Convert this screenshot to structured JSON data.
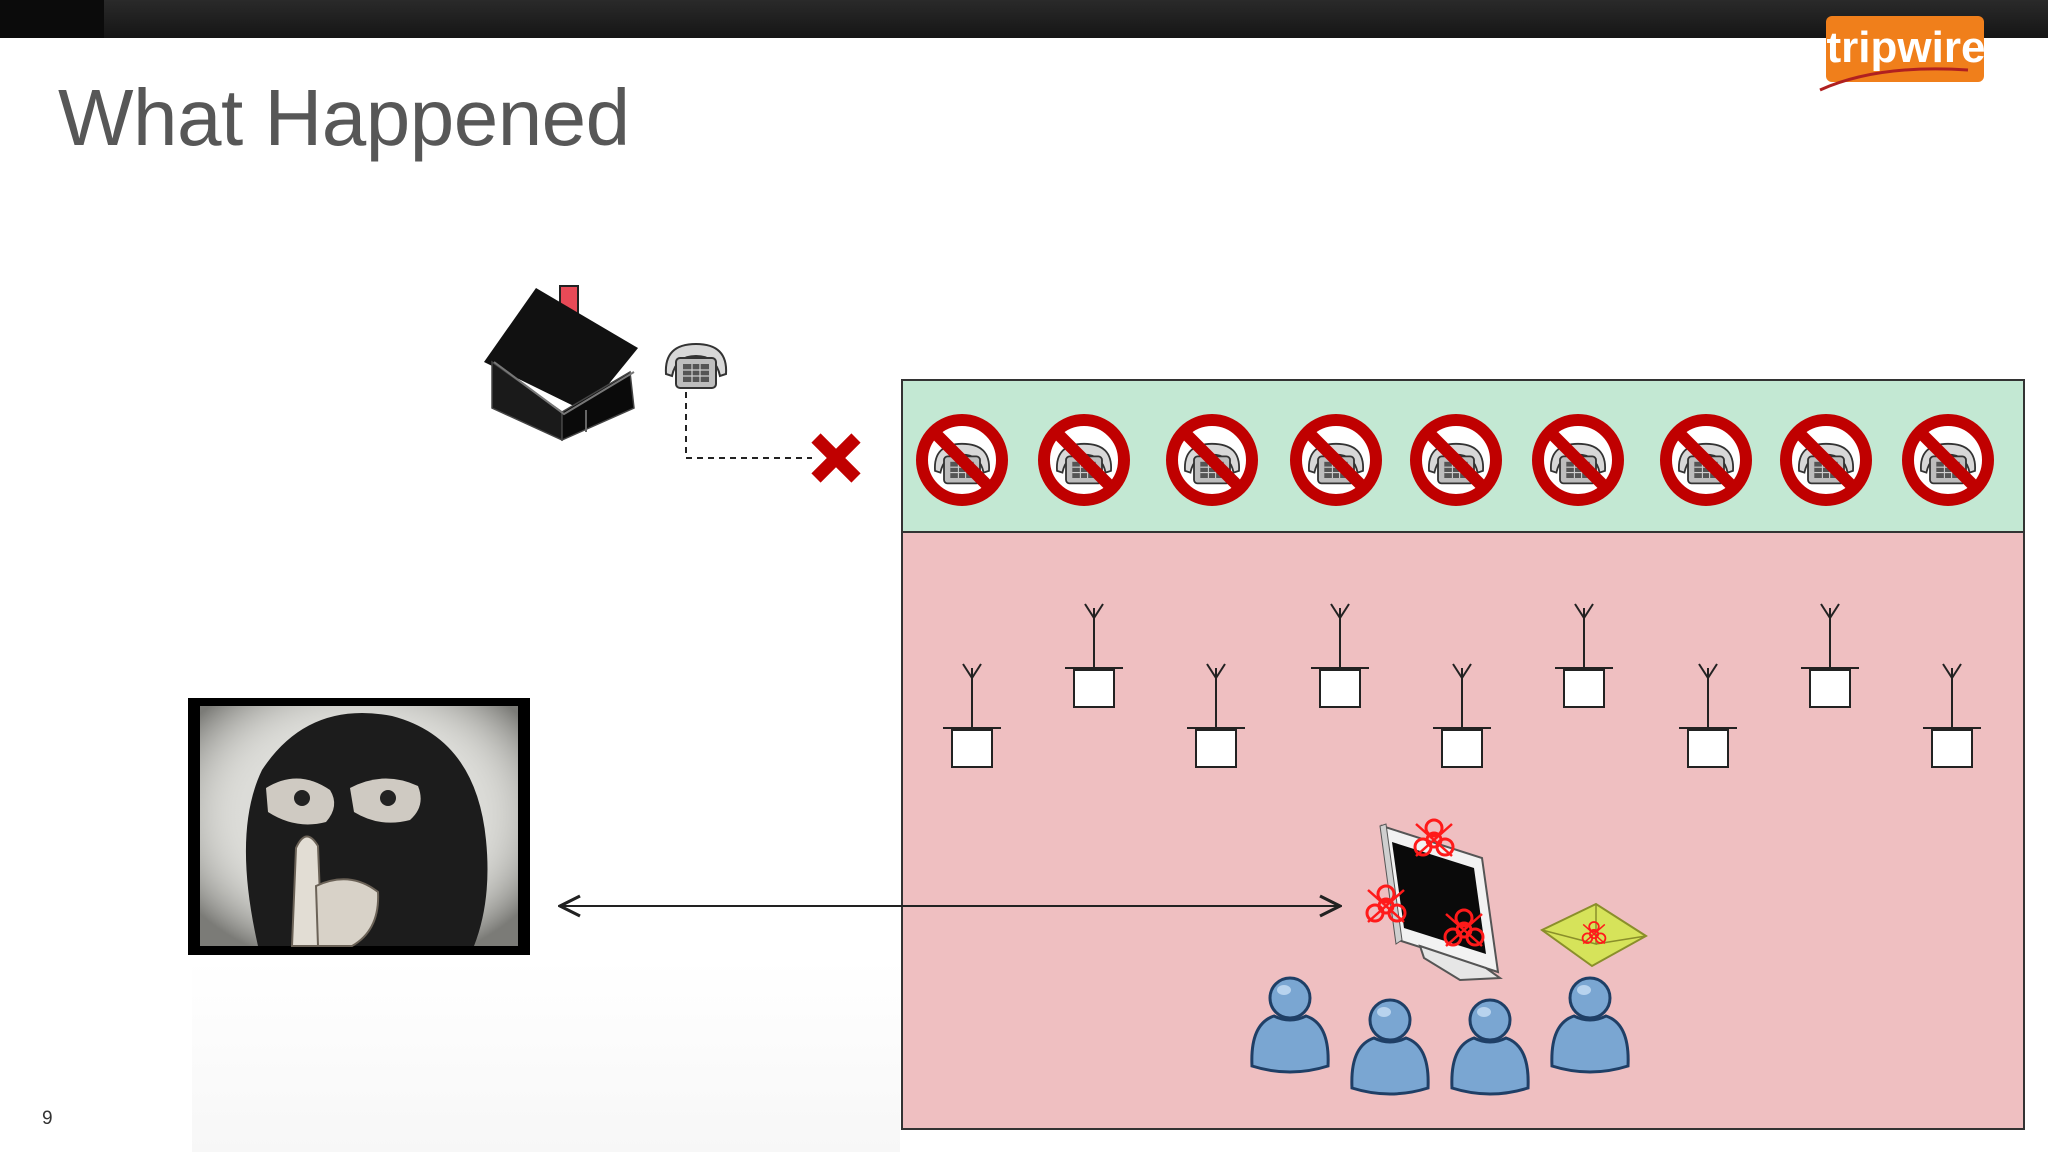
{
  "slide": {
    "title": "What Happened",
    "page_number": "9"
  },
  "logo": {
    "text": "tripwire",
    "color": "#f07f1b"
  },
  "colors": {
    "phone_zone": "#c3e8d3",
    "network_zone": "#efbfc1",
    "prohibition": "#c00000",
    "biohazard": "#ff1a1a",
    "user": "#7aa6d2"
  },
  "icons": {
    "house": "house-icon",
    "telephone": "telephone-icon",
    "blocked_connection": "red-x-icon",
    "blocked_phone": "no-phone-icon",
    "access_point": "antenna-icon",
    "infected_computer": "infected-monitor-icon",
    "infected_email": "infected-envelope-icon",
    "user": "user-icon",
    "attacker_photo": "masked-intruder-photo"
  }
}
